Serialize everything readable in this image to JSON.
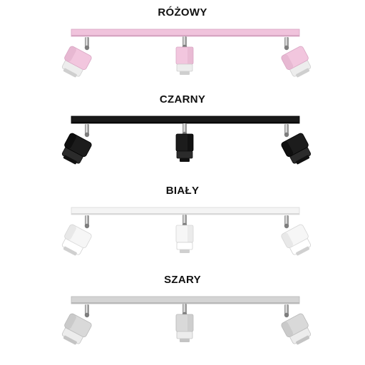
{
  "variants": [
    {
      "label": "RÓŻOWY",
      "colors": {
        "bar": "#f0c3dc",
        "barEdge": "#d8a6c3",
        "shade": "#f2c6de",
        "shadeDark": "#d9a7c4",
        "ring": "#ededed",
        "ringDark": "#cfcfcf"
      }
    },
    {
      "label": "CZARNY",
      "colors": {
        "bar": "#1a1a1a",
        "barEdge": "#000000",
        "shade": "#1c1c1c",
        "shadeDark": "#000000",
        "ring": "#2b2b2b",
        "ringDark": "#111111"
      }
    },
    {
      "label": "BIAŁY",
      "colors": {
        "bar": "#f4f4f4",
        "barEdge": "#d9d9d9",
        "shade": "#f6f6f6",
        "shadeDark": "#d6d6d6",
        "ring": "#ffffff",
        "ringDark": "#d0d0d0"
      }
    },
    {
      "label": "SZARY",
      "colors": {
        "bar": "#d4d4d4",
        "barEdge": "#b8b8b8",
        "shade": "#d9d9d9",
        "shadeDark": "#b9b9b9",
        "ring": "#ececec",
        "ringDark": "#c4c4c4"
      }
    }
  ]
}
